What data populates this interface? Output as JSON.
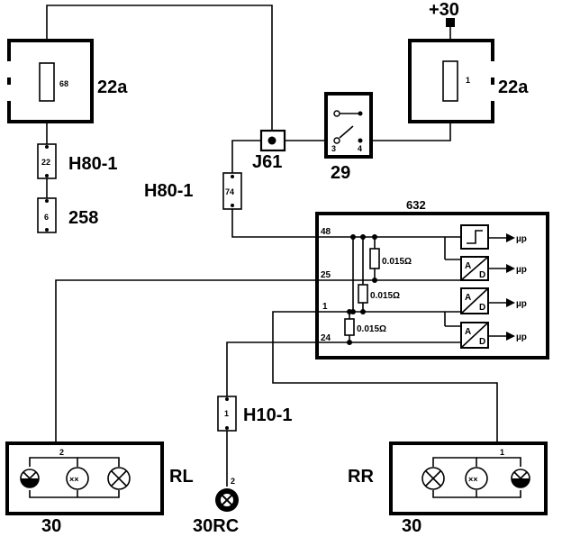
{
  "labels": {
    "fuse_left_id": "22a",
    "fuse_left_num": "68",
    "fuse_right_id": "22a",
    "fuse_right_num": "1",
    "supply": "+30",
    "conn_h80_top": "H80-1",
    "conn_h80_top_pin": "22",
    "conn_258": "258",
    "conn_258_pin": "6",
    "conn_h80_mid": "H80-1",
    "conn_h80_mid_pin": "74",
    "junction": "J61",
    "relay": "29",
    "relay_pin3": "3",
    "relay_pin4": "4",
    "module": "632",
    "pin48": "48",
    "pin25": "25",
    "pin1": "1",
    "pin24": "24",
    "res1": "0.015Ω",
    "res2": "0.015Ω",
    "res3": "0.015Ω",
    "out1": "µp",
    "out2": "µp",
    "out3": "µp",
    "out4": "µp",
    "adc_a": "A",
    "adc_d": "D",
    "conn_h10": "H10-1",
    "conn_h10_pin1": "1",
    "conn_h10_pin2": "2",
    "lamp_rc": "30RC",
    "lamp_rl": "RL",
    "lamp_rl_ground": "30",
    "lamp_rl_pin": "2",
    "lamp_rr": "RR",
    "lamp_rr_ground": "30",
    "lamp_rr_pin": "1"
  }
}
